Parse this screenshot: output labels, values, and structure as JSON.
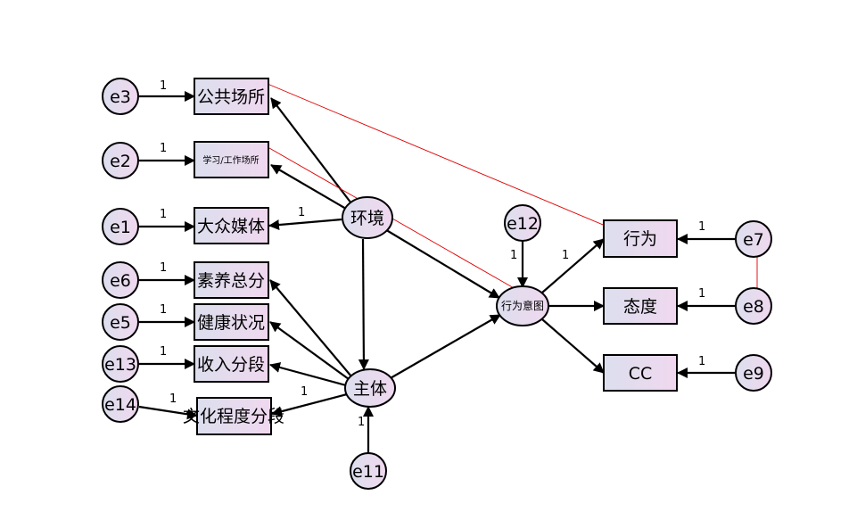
{
  "colors": {
    "fill": "#e8dcf0",
    "stroke": "#000000",
    "covariance": "#e00000"
  },
  "latents": {
    "env": "环境",
    "subject": "主体",
    "intent": "行为意图"
  },
  "observed": {
    "public_places": "公共场所",
    "study_work": "学习/工作场所",
    "mass_media": "大众媒体",
    "literacy": "素养总分",
    "health": "健康状况",
    "income": "收入分段",
    "education": "文化程度分段",
    "behavior": "行为",
    "attitude": "态度",
    "cc": "CC"
  },
  "errors": {
    "e3": "e3",
    "e2": "e2",
    "e1": "e1",
    "e6": "e6",
    "e5": "e5",
    "e13": "e13",
    "e14": "e14",
    "e12": "e12",
    "e11": "e11",
    "e7": "e7",
    "e8": "e8",
    "e9": "e9"
  },
  "coefs": {
    "e3": "1",
    "e2": "1",
    "e1": "1",
    "e6": "1",
    "e5": "1",
    "e13": "1",
    "e14": "1",
    "e12": "1",
    "e11": "1",
    "e7": "1",
    "e8": "1",
    "e9": "1",
    "env_media": "1",
    "subj_edu": "1",
    "intent_behavior": "1"
  }
}
